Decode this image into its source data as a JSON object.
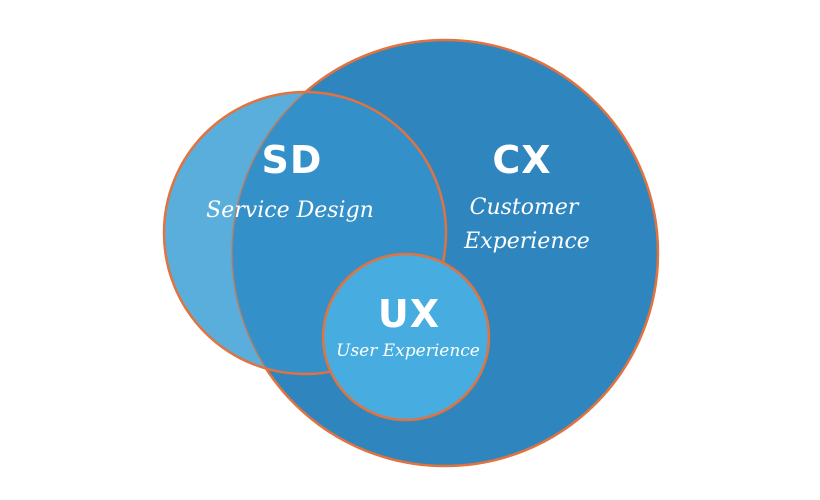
{
  "diagram": {
    "sets": [
      {
        "id": "cx",
        "abbr": "CX",
        "line1": "Customer",
        "line2": "Experience",
        "fill": "#2f86bf",
        "stroke": "#e0733f"
      },
      {
        "id": "sd",
        "abbr": "SD",
        "line1": "Service Design",
        "fill": "#5aaedc",
        "stroke": "#e0733f"
      },
      {
        "id": "ux",
        "abbr": "UX",
        "line1": "User Experience",
        "fill": "#47ade0",
        "stroke": "#e0733f"
      }
    ],
    "overlap_fill": "#3490c8"
  }
}
